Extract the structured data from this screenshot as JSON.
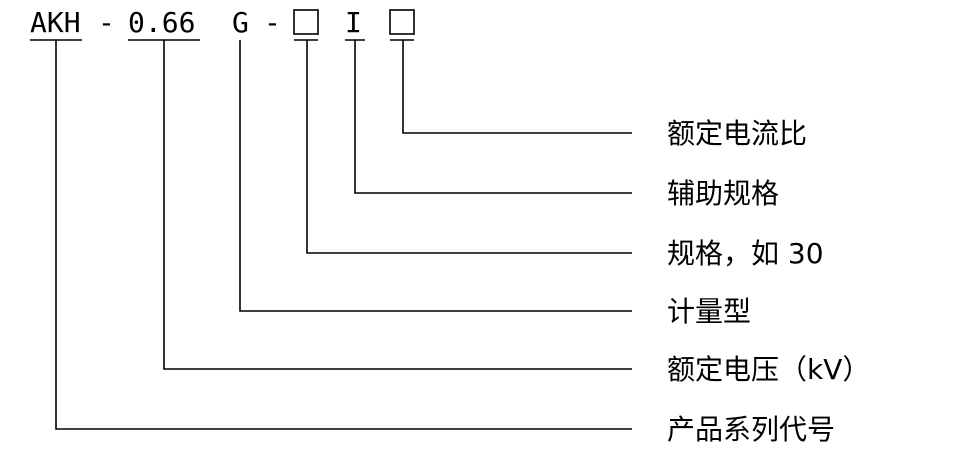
{
  "model_code": {
    "series": "AKH",
    "dash1": "-",
    "voltage": "0.66",
    "type": "G",
    "dash2": "-",
    "aux": "I"
  },
  "labels": {
    "ratio": "额定电流比",
    "aux_spec": "辅助规格",
    "spec": "规格，如 30",
    "metering": "计量型",
    "voltage": "额定电压（kV）",
    "series": "产品系列代号"
  }
}
